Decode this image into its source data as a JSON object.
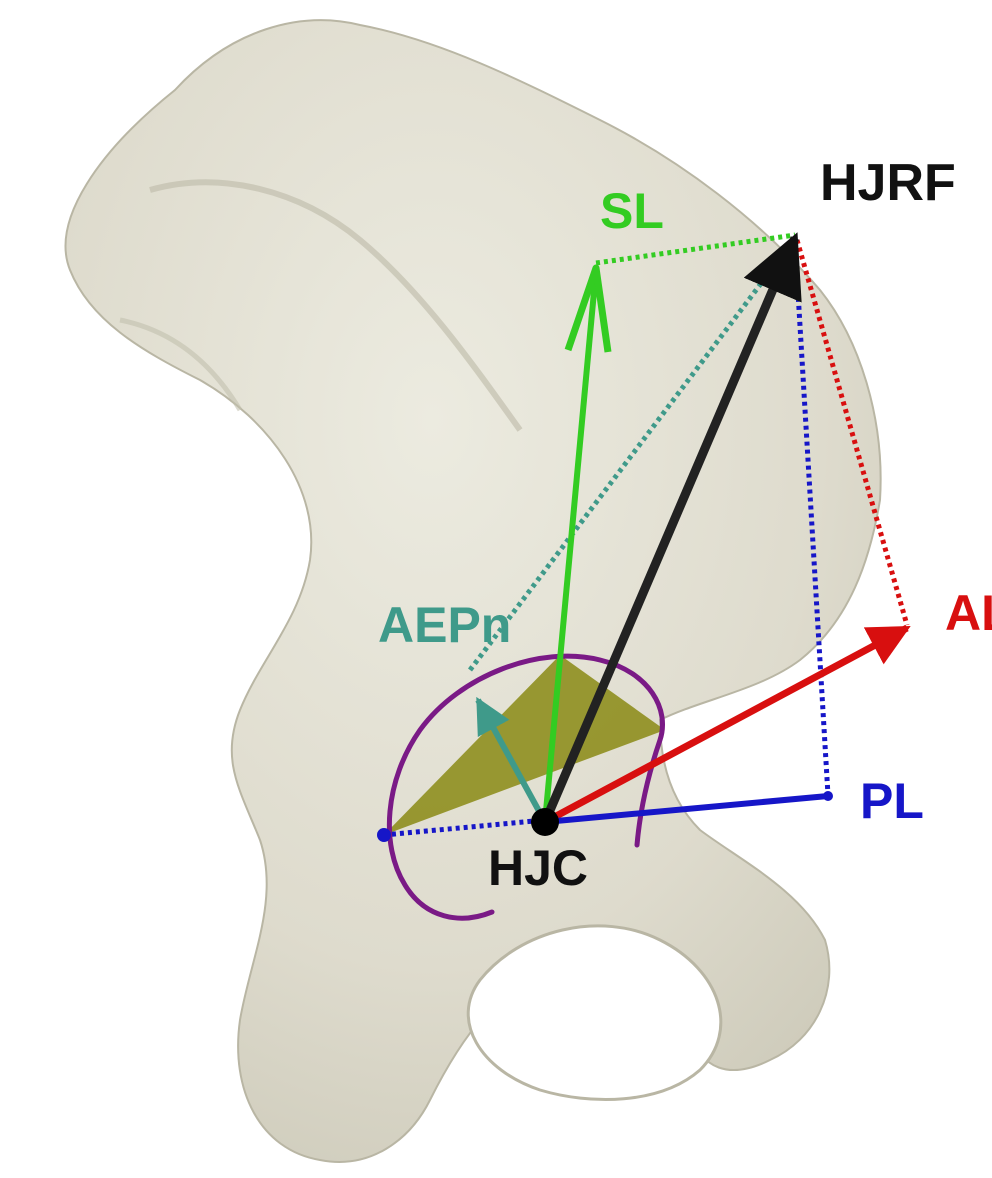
{
  "labels": {
    "hjrf": "HJRF",
    "sl": "SL",
    "aepn": "AEPn",
    "al": "AL",
    "pl": "PL",
    "hjc": "HJC"
  },
  "colors": {
    "bone": "#dedbcd",
    "bone_shadow": "#c2bfae",
    "hjrf": "#111111",
    "sl": "#33cc22",
    "aepn": "#3f9a8a",
    "al": "#d80f0f",
    "pl": "#1616c8",
    "rim": "#7a1a86",
    "triangle": "#8a8a14"
  }
}
